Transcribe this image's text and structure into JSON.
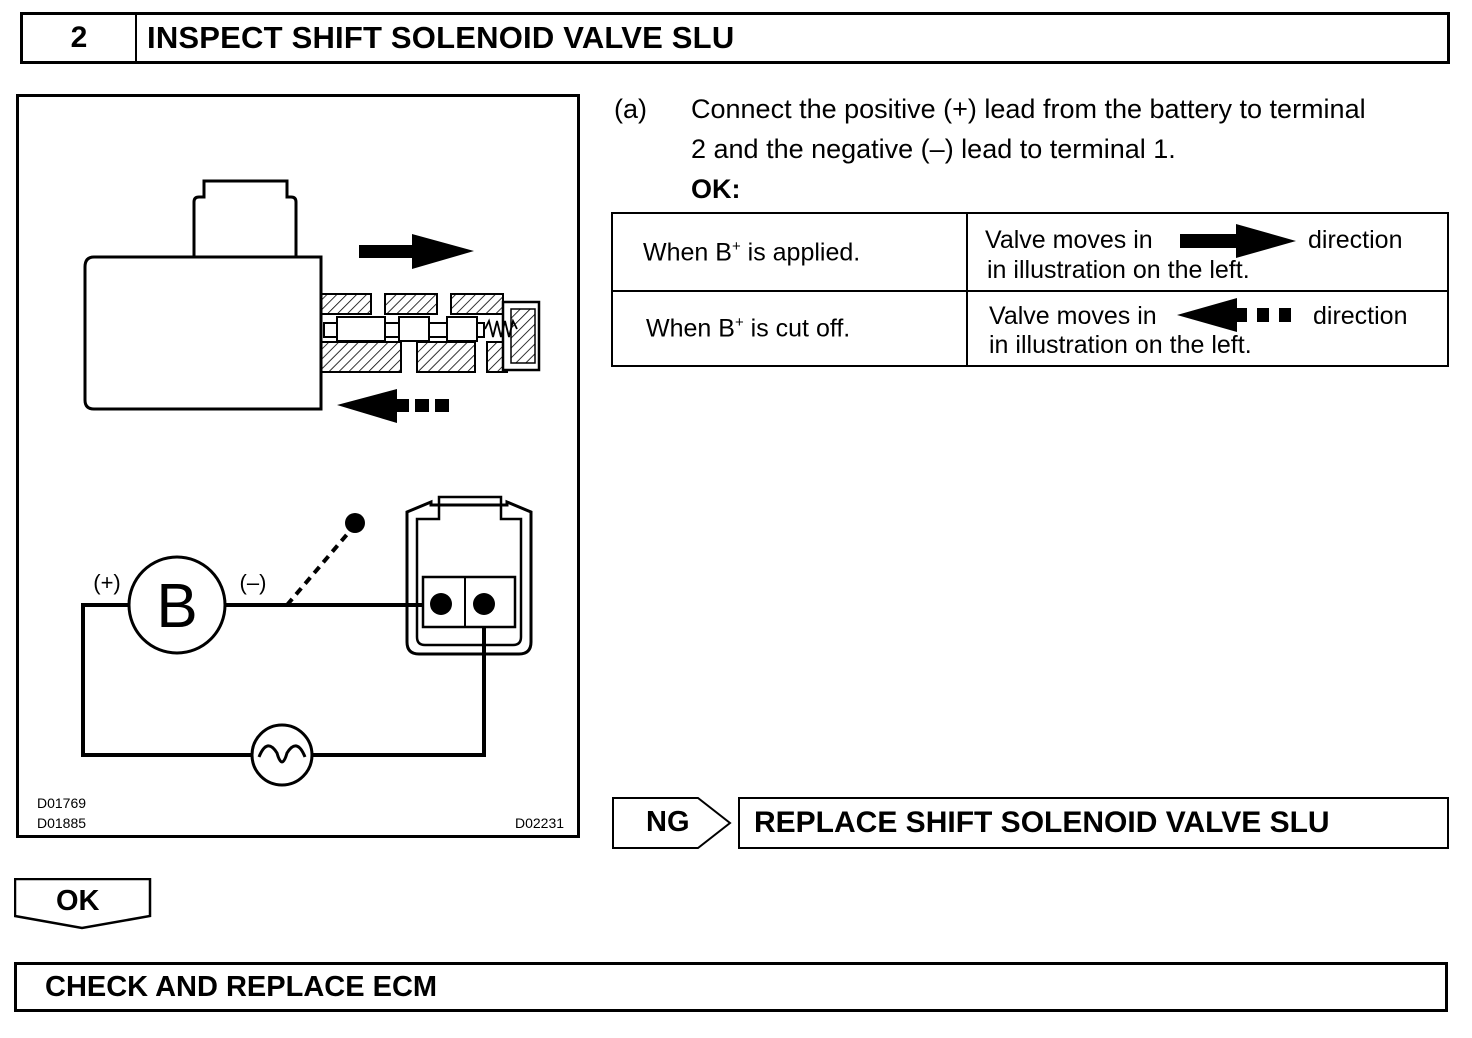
{
  "header": {
    "step_number": "2",
    "title": "INSPECT SHIFT SOLENOID VALVE SLU"
  },
  "figure": {
    "battery_label": "B",
    "positive_label": "(+)",
    "negative_label": "(–)",
    "codes_left": [
      "D01769",
      "D01885"
    ],
    "code_right": "D02231"
  },
  "instruction": {
    "letter": "(a)",
    "line1": "Connect the positive (+) lead from the battery to terminal",
    "line2": "2 and the negative (–) lead to terminal 1.",
    "ok_label": "OK:"
  },
  "table": {
    "rows": [
      {
        "condition_prefix": "When B",
        "condition_sup": "+",
        "condition_suffix": " is applied.",
        "result_prefix": "Valve moves in",
        "arrow": "solid-right-arrow",
        "result_direction": "direction",
        "result_line2": "in illustration on the left."
      },
      {
        "condition_prefix": "When B",
        "condition_sup": "+",
        "condition_suffix": " is cut off.",
        "result_prefix": "Valve moves in",
        "arrow": "dashed-left-arrow",
        "result_direction": "direction",
        "result_line2": "in illustration on the left."
      }
    ]
  },
  "ng": {
    "label": "NG",
    "action": "REPLACE SHIFT SOLENOID VALVE SLU"
  },
  "ok": {
    "label": "OK"
  },
  "final": {
    "action": "CHECK AND REPLACE ECM"
  }
}
